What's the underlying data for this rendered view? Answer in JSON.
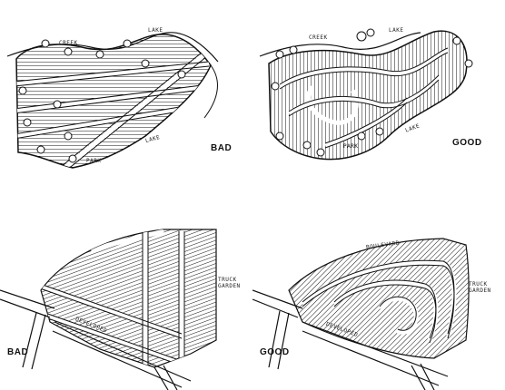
{
  "panels": {
    "top_left": {
      "verdict": "BAD",
      "map_labels": {
        "creek": "CREEK",
        "lake_top": "LAKE",
        "lake_side": "LAKE",
        "park": "PARK"
      }
    },
    "top_right": {
      "verdict": "GOOD",
      "map_labels": {
        "creek": "CREEK",
        "lake_top": "LAKE",
        "lake_side": "LAKE",
        "park": "PARK"
      }
    },
    "bottom_left": {
      "verdict": "BAD",
      "map_labels": {
        "garden": "TRUCK GARDEN",
        "developed": "DEVELOPED"
      }
    },
    "bottom_right": {
      "verdict": "GOOD",
      "map_labels": {
        "garden": "TRUCK GARDEN",
        "developed": "DEVELOPED",
        "boulevard": "BOULEVARD"
      }
    }
  },
  "colors": {
    "ink": "#111111",
    "paper": "#ffffff"
  }
}
